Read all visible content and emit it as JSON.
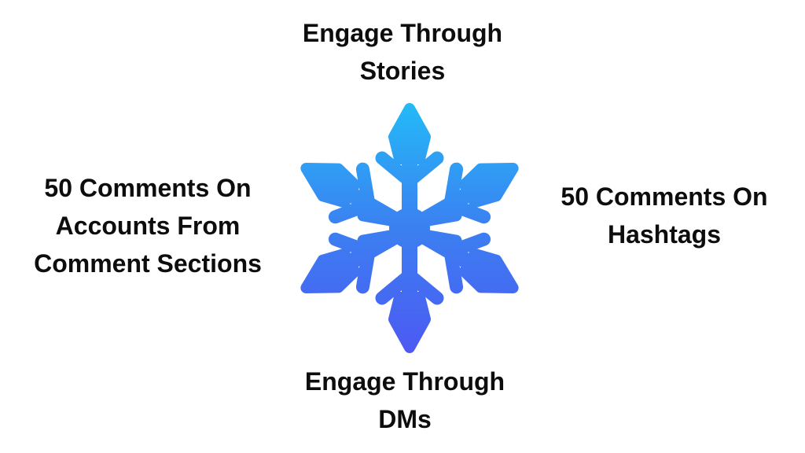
{
  "background_color": "#ffffff",
  "text_color": "#0d0d0d",
  "icon": {
    "name": "snowflake-icon",
    "gradient": {
      "top": "#22bdf7",
      "middle": "#3b80f1",
      "bottom": "#4d58f3"
    }
  },
  "labels": {
    "top": {
      "lines": [
        "Engage Through",
        "Stories"
      ]
    },
    "left": {
      "lines": [
        "50 Comments On",
        "Accounts From",
        "Comment Sections"
      ]
    },
    "right": {
      "lines": [
        "50 Comments On",
        "Hashtags"
      ]
    },
    "bottom": {
      "lines": [
        "Engage Through",
        "DMs"
      ]
    }
  }
}
